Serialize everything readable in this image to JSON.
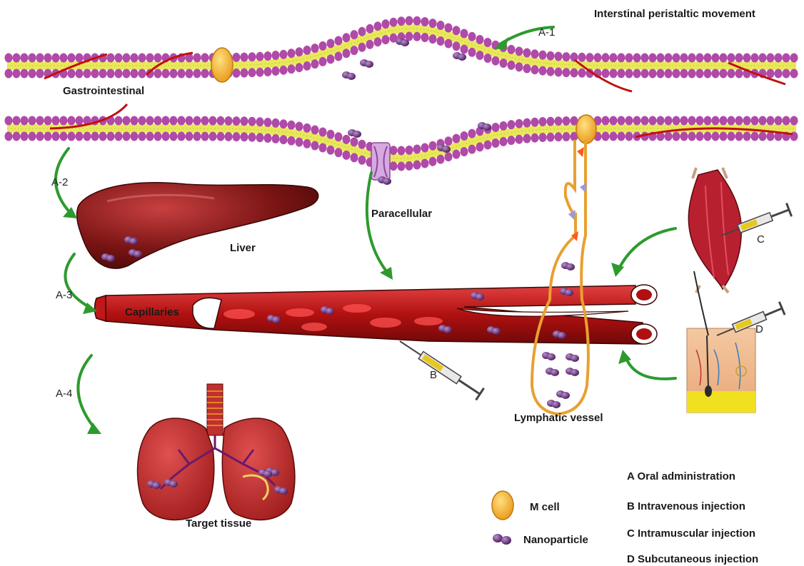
{
  "labels": {
    "movement": "Interstinal peristaltic movement",
    "gastrointestinal": "Gastrointestinal",
    "paracellular": "Paracellular",
    "liver": "Liver",
    "capillaries": "Capillaries",
    "lymphatic": "Lymphatic vessel",
    "target": "Target tissue"
  },
  "route_codes": {
    "a1": "A-1",
    "a2": "A-2",
    "a3": "A-3",
    "a4": "A-4",
    "b": "B",
    "c": "C",
    "d": "D"
  },
  "legend": {
    "m_cell": "M  cell",
    "nanoparticle": "Nanoparticle",
    "routes": [
      "A  Oral administration",
      "B Intravenous injection",
      "C Intramuscular injection",
      "D Subcutaneous injection"
    ]
  },
  "colors": {
    "membrane_head": "#b04aa8",
    "membrane_tail": "#e8e85a",
    "arrow": "#2e9a2e",
    "vessel": "#c01818",
    "lymph": "#e8a030",
    "organ": "#7a1414"
  }
}
